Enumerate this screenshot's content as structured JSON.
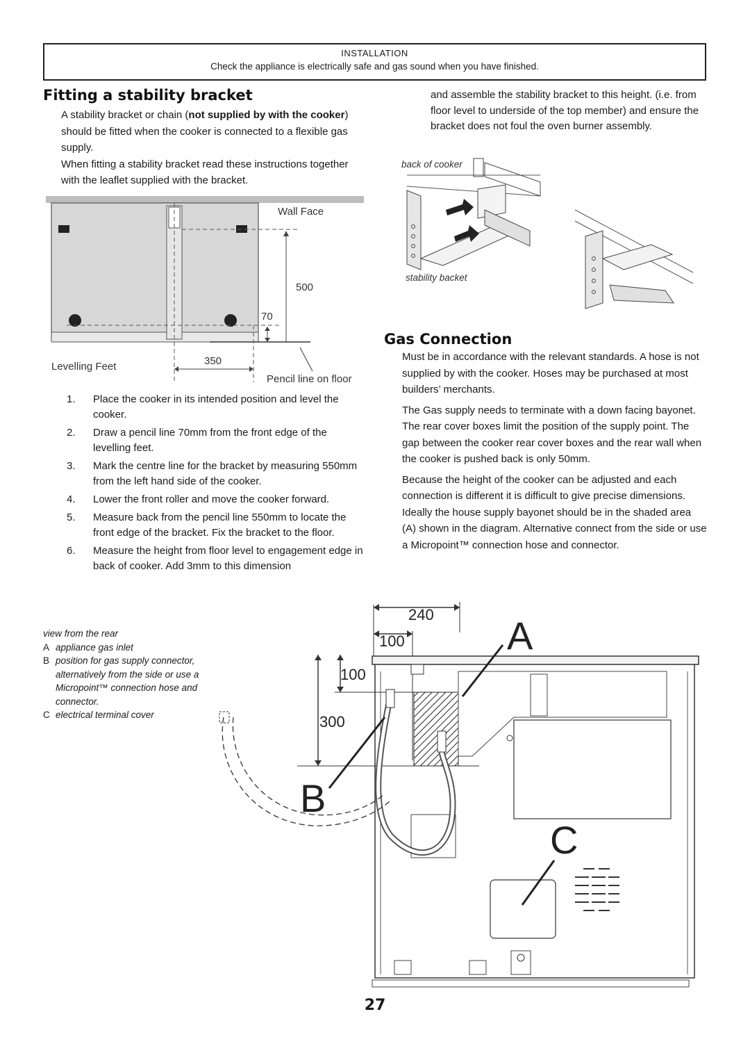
{
  "header": {
    "title": "INSTALLATION",
    "subtitle": "Check the appliance is electrically safe and gas sound when you have finished."
  },
  "stability": {
    "heading": "Fitting a stability bracket",
    "intro_1a": "A stability bracket or chain (",
    "intro_1b": "not supplied by with the cooker",
    "intro_1c": ") should be fitted when the cooker is connected to a flexible gas supply.",
    "intro_2": "When fitting a stability bracket read these instructions together with the leaflet supplied with the bracket.",
    "steps": [
      {
        "num": "1.",
        "text": "Place the cooker in its intended position and level the cooker."
      },
      {
        "num": "2.",
        "text": "Draw a pencil line 70mm from the front edge of the levelling feet."
      },
      {
        "num": "3.",
        "text": "Mark the centre line for the bracket by measuring 550mm from the left hand side of the cooker."
      },
      {
        "num": "4.",
        "text": "Lower the front roller and move the cooker forward."
      },
      {
        "num": "5.",
        "text": "Measure back from the pencil line 550mm to locate the front edge of the bracket. Fix the bracket to the floor."
      },
      {
        "num": "6.",
        "text": "Measure the height from floor level to engagement edge in back of cooker. Add 3mm to this dimension"
      }
    ],
    "continued": "and assemble the stability bracket to this height. (i.e. from floor level to underside of the top member) and ensure the bracket does not foul the oven burner assembly.",
    "diagram": {
      "wall_face": "Wall Face",
      "dim_500": "500",
      "dim_70": "70",
      "dim_350": "350",
      "levelling_feet": "Levelling Feet",
      "pencil_line": "Pencil line on floor"
    },
    "bracket_diagram": {
      "back_of_cooker": "back of cooker",
      "stability_bracket": "stability backet"
    }
  },
  "gas": {
    "heading": "Gas Connection",
    "para_1": "Must be in accordance with the relevant standards. A hose is not supplied by with the cooker. Hoses may be purchased at most builders’ merchants.",
    "para_2": "The Gas supply needs to terminate with a down facing bayonet. The rear cover boxes limit the position of the supply point. The gap between the cooker rear cover boxes and the rear wall when the cooker is pushed back is only 50mm.",
    "para_3": "Because the height of the cooker can be adjusted and each connection is different it is difficult to give precise dimensions. Ideally the house supply bayonet should be in the shaded area (A) shown in the diagram. Alternative connect from the side or use a Micropoint™ connection hose and connector.",
    "diagram": {
      "dim_240": "240",
      "dim_100_h": "100",
      "dim_100_v": "100",
      "dim_300": "300",
      "label_a": "A",
      "label_b": "B",
      "label_c": "C"
    },
    "caption": {
      "title": "view from the rear",
      "items": [
        {
          "key": "A",
          "text": "appliance gas inlet"
        },
        {
          "key": "B",
          "text": "position for gas supply connector, alternatively from the side or use a Micropoint™ connection hose and connector."
        },
        {
          "key": "C",
          "text": "electrical terminal cover"
        }
      ]
    }
  },
  "page_number": "27"
}
